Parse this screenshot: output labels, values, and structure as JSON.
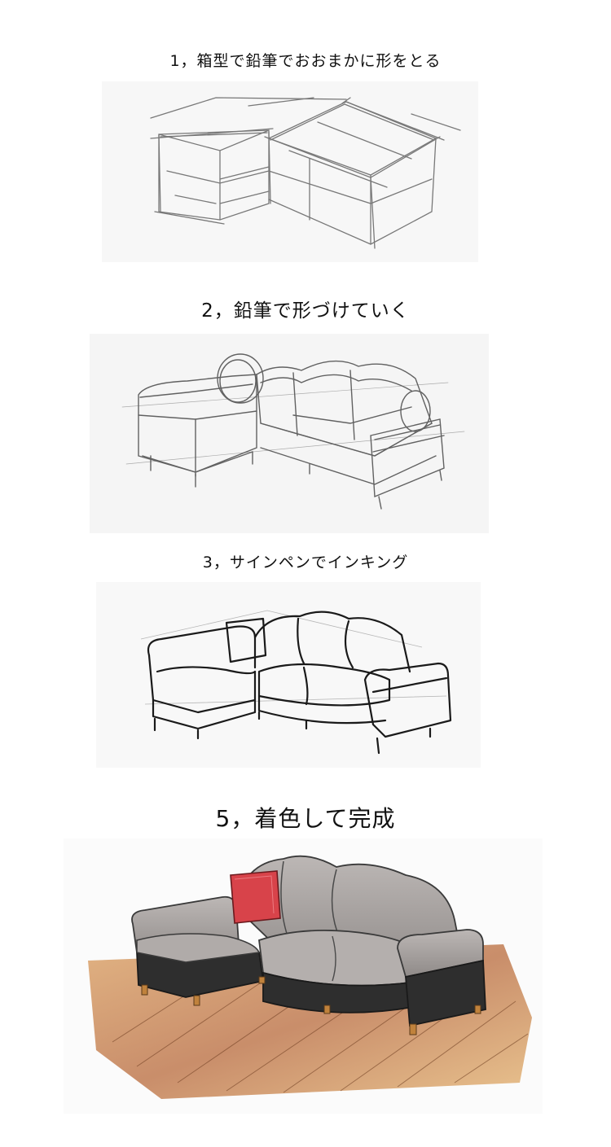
{
  "steps": [
    {
      "label": "1，箱型で鉛筆でおおまかに形をとる"
    },
    {
      "label": "2，鉛筆で形づけていく"
    },
    {
      "label": "3，サインペンでインキング"
    },
    {
      "label": "5，着色して完成"
    }
  ],
  "colors": {
    "pencil": "#6b6b6b",
    "ink": "#1a1a1a",
    "sofa_gray": "#a9a4a2",
    "sofa_base": "#2e2e2e",
    "cushion_red": "#d8434a",
    "floor_wood": "#b8693a"
  }
}
